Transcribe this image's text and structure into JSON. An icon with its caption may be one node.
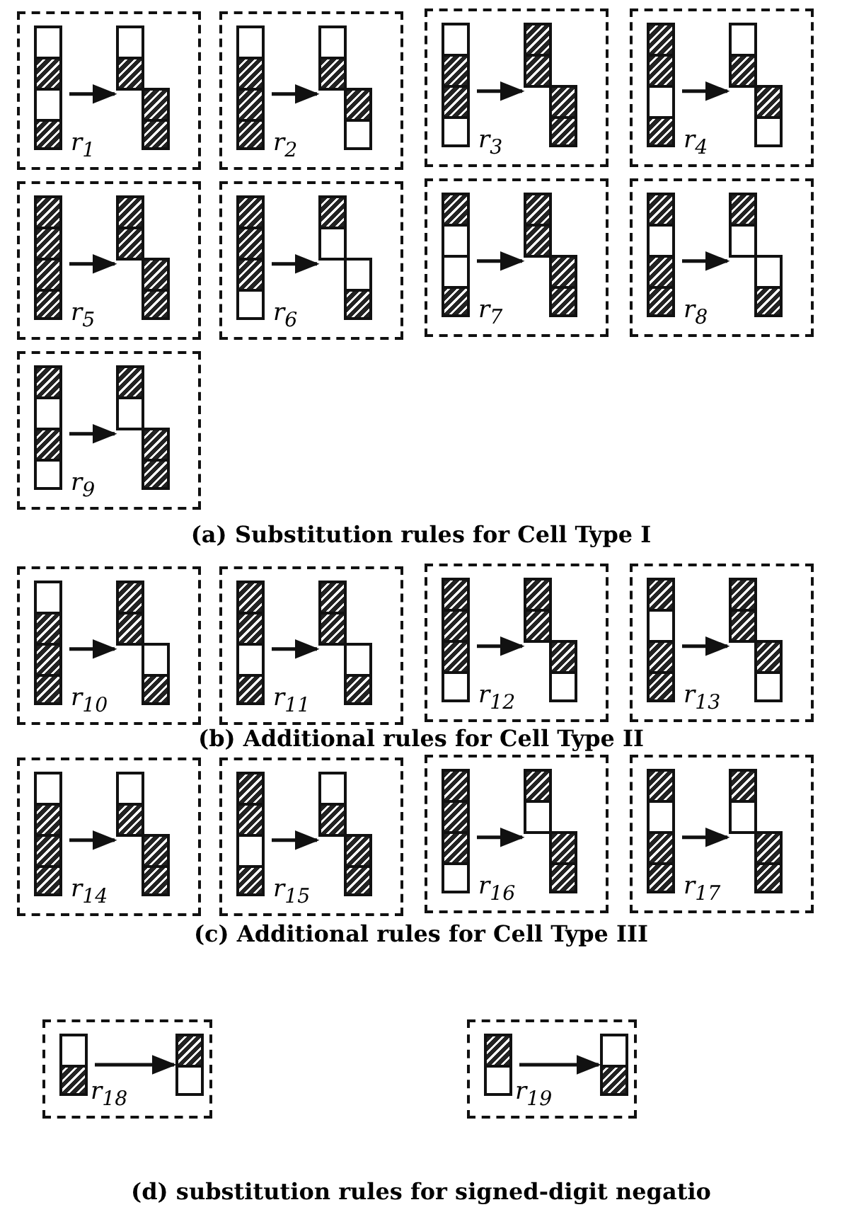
{
  "diagram": {
    "nodes": [
      {
        "text": [
          "r$_{1}$"
        ]
      },
      {
        "text": [],
        "shape": "bar",
        "in": 0
      },
      {
        "text": [],
        "shape": "bar",
        "in": 0
      },
      {
        "text": [
          "r$_{2}$"
        ]
      },
      {
        "text": [],
        "shape": "bar",
        "in": 3
      },
      {
        "text": [],
        "shape": "bar",
        "in": 3
      },
      {
        "text": [
          "r$_{3}$"
        ]
      },
      {
        "text": [],
        "shape": "bar",
        "in": 6
      },
      {
        "text": [],
        "shape": "bar",
        "in": 6
      },
      {
        "text": [
          "r$_{4}$"
        ]
      },
      {
        "text": [],
        "shape": "bar",
        "in": 9
      },
      {
        "text": [],
        "shape": "bar",
        "in": 9
      },
      {
        "text": [
          "r$_{5}$"
        ]
      },
      {
        "text": [],
        "shape": "bar",
        "in": 12
      },
      {
        "text": [],
        "shape": "bar",
        "in": 12
      },
      {
        "text": [
          "r$_{6}$"
        ]
      },
      {
        "text": [],
        "shape": "bar",
        "in": 15
      },
      {
        "text": [],
        "shape": "bar",
        "in": 15
      },
      {
        "text": [
          "r$_{7}$"
        ]
      },
      {
        "text": [],
        "shape": "bar",
        "in": 18
      },
      {
        "text": [],
        "shape": "bar",
        "in": 18
      },
      {
        "text": [
          "r$_{8}$"
        ]
      },
      {
        "text": [],
        "shape": "bar",
        "in": 21
      },
      {
        "text": [],
        "shape": "bar",
        "in": 21
      },
      {
        "text": [
          "r$_{9}$"
        ]
      },
      {
        "text": [],
        "shape": "bar",
        "in": 24
      },
      {
        "text": [],
        "shape": "bar",
        "in": 24
      },
      {
        "text": [
          "r$_{10}$"
        ]
      },
      {
        "text": [],
        "shape": "bar",
        "in": 27
      },
      {
        "text": [],
        "shape": "bar",
        "in": 27
      },
      {
        "text": [
          "r$_{11}$"
        ]
      },
      {
        "text": [],
        "shape": "bar",
        "in": 30
      },
      {
        "text": [],
        "shape": "bar",
        "in": 30
      },
      {
        "text": [
          "r$_{12}$"
        ]
      },
      {
        "text": [],
        "shape": "bar",
        "in": 33
      },
      {
        "text": [],
        "shape": "bar",
        "in": 33
      },
      {
        "text": [
          "r$_{13}$"
        ]
      },
      {
        "text": [],
        "shape": "bar",
        "in": 36
      },
      {
        "text": [],
        "shape": "bar",
        "in": 36
      },
      {
        "text": [
          "r$_{14}$"
        ]
      },
      {
        "text": [],
        "shape": "bar",
        "in": 39
      },
      {
        "text": [],
        "shape": "bar",
        "in": 39
      },
      {
        "text": [
          "r$_{15}$"
        ]
      },
      {
        "text": [],
        "shape": "bar",
        "in": 42
      },
      {
        "text": [],
        "shape": "bar",
        "in": 42
      },
      {
        "text": [
          "r$_{16}$"
        ]
      },
      {
        "text": [],
        "shape": "bar",
        "in": 45
      },
      {
        "text": [],
        "shape": "bar",
        "in": 45
      },
      {
        "text": [
          "r$_{17}$"
        ]
      },
      {
        "text": [],
        "shape": "bar",
        "in": 48
      },
      {
        "text": [],
        "shape": "bar",
        "in": 48
      },
      {
        "text": [
          "r$_{18}$"
        ]
      },
      {
        "text": [],
        "shape": "bar",
        "in": 51
      },
      {
        "text": [],
        "shape": "bar",
        "in": 51
      },
      {
        "text": [
          "r$_{19}$"
        ]
      },
      {
        "text": [],
        "shape": "bar",
        "in": 54
      },
      {
        "text": [],
        "shape": "bar",
        "in": 54
      }
    ],
    "edges": [
      {
        "from": 1,
        "to": 2,
        "arrow": "to"
      },
      {
        "from": 4,
        "to": 5,
        "arrow": "to"
      },
      {
        "from": 7,
        "to": 8,
        "arrow": "to"
      },
      {
        "from": 10,
        "to": 11,
        "arrow": "to"
      },
      {
        "from": 13,
        "to": 14,
        "arrow": "to"
      },
      {
        "from": 16,
        "to": 17,
        "arrow": "to"
      },
      {
        "from": 19,
        "to": 20,
        "arrow": "to"
      },
      {
        "from": 22,
        "to": 23,
        "arrow": "to"
      },
      {
        "from": 25,
        "to": 26,
        "arrow": "to"
      },
      {
        "from": 28,
        "to": 29,
        "arrow": "to"
      },
      {
        "from": 31,
        "to": 32,
        "arrow": "to"
      },
      {
        "from": 34,
        "to": 35,
        "arrow": "to"
      },
      {
        "from": 37,
        "to": 38,
        "arrow": "to"
      },
      {
        "from": 40,
        "to": 41,
        "arrow": "to"
      },
      {
        "from": 43,
        "to": 44,
        "arrow": "to"
      },
      {
        "from": 46,
        "to": 47,
        "arrow": "to"
      },
      {
        "from": 49,
        "to": 50,
        "arrow": "to"
      },
      {
        "from": 52,
        "to": 53,
        "arrow": "to"
      },
      {
        "from": 55,
        "to": 56,
        "arrow": "to"
      }
    ],
    "labels": [
      "(a) Substitution rules for Cell Type I",
      "(b) Additional rules for Cell Type II",
      "(c) Additional rules for Cell Type III",
      "(d) substitution rules for signed-digit negatio"
    ]
  }
}
